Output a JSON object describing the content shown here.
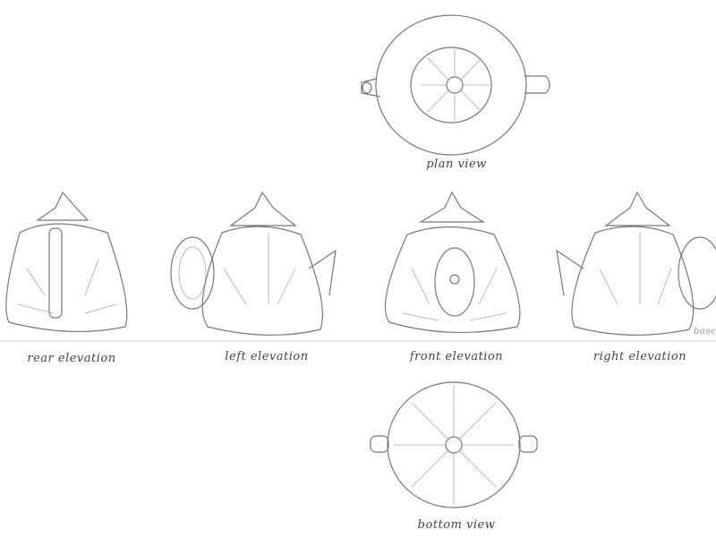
{
  "labels": {
    "plan": "plan view",
    "rear": "rear elevation",
    "left": "left elevation",
    "front": "front elevation",
    "right": "right elevation",
    "bottom": "bottom view",
    "baseline": "basel"
  }
}
